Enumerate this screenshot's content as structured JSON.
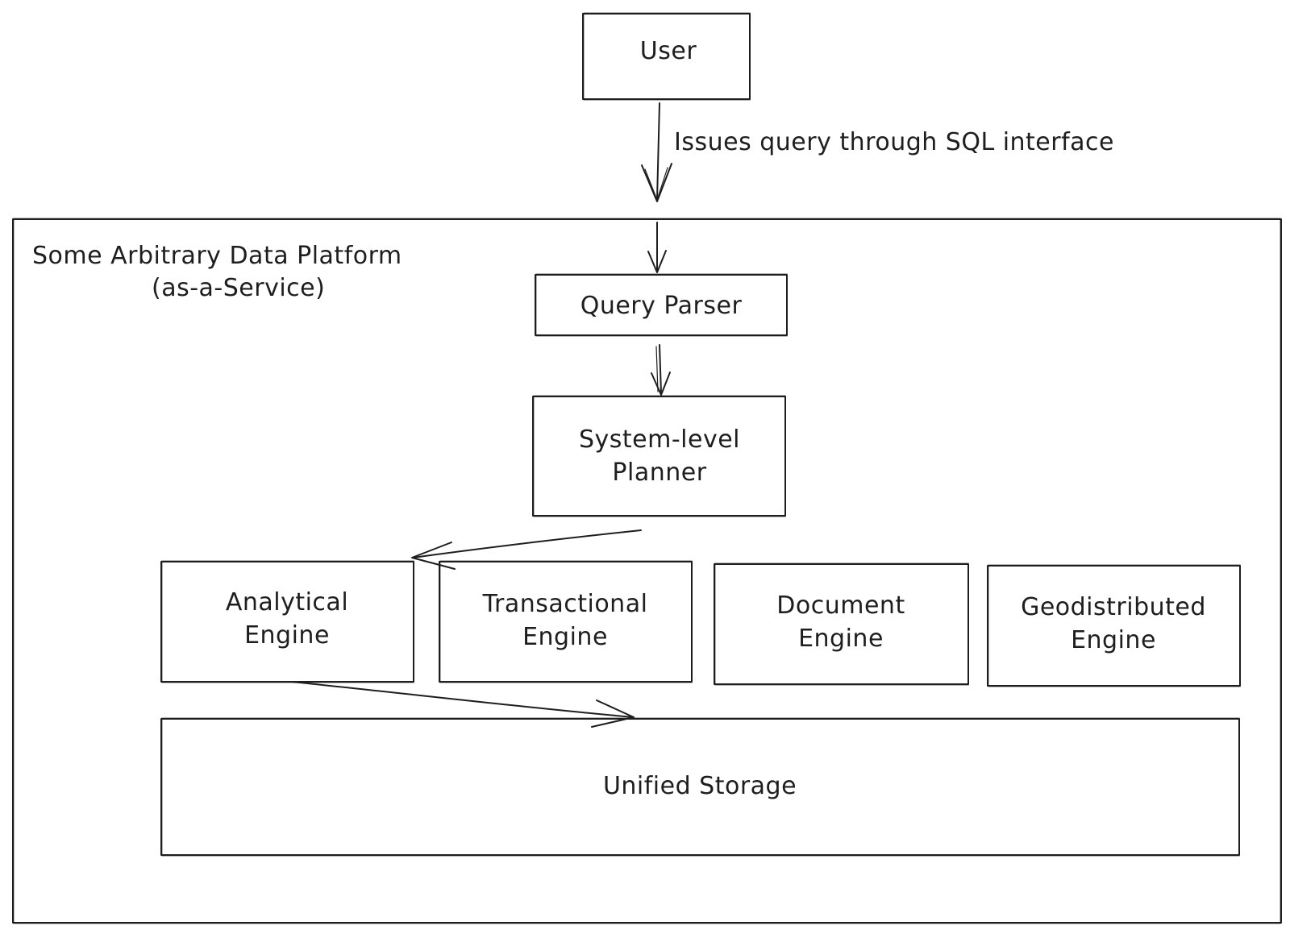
{
  "diagram": {
    "nodes": {
      "user": "User",
      "platform": [
        "Some Arbitrary Data Platform",
        "(as-a-Service)"
      ],
      "query_parser": "Query Parser",
      "planner": [
        "System-level",
        "Planner"
      ],
      "analytical": [
        "Analytical",
        "Engine"
      ],
      "transactional": [
        "Transactional",
        "Engine"
      ],
      "document": [
        "Document",
        "Engine"
      ],
      "geodistributed": [
        "Geodistributed",
        "Engine"
      ],
      "storage": "Unified Storage"
    },
    "edge_label": "Issues query through SQL interface",
    "edges": [
      {
        "from": "User",
        "to": "Query Parser",
        "label": "Issues query through SQL interface"
      },
      {
        "from": "Query Parser",
        "to": "System-level Planner"
      },
      {
        "from": "System-level Planner",
        "to": "Analytical Engine"
      },
      {
        "from": "Analytical Engine",
        "to": "Unified Storage"
      }
    ],
    "stroke_color": "#1e1e1e",
    "background": "#ffffff"
  }
}
